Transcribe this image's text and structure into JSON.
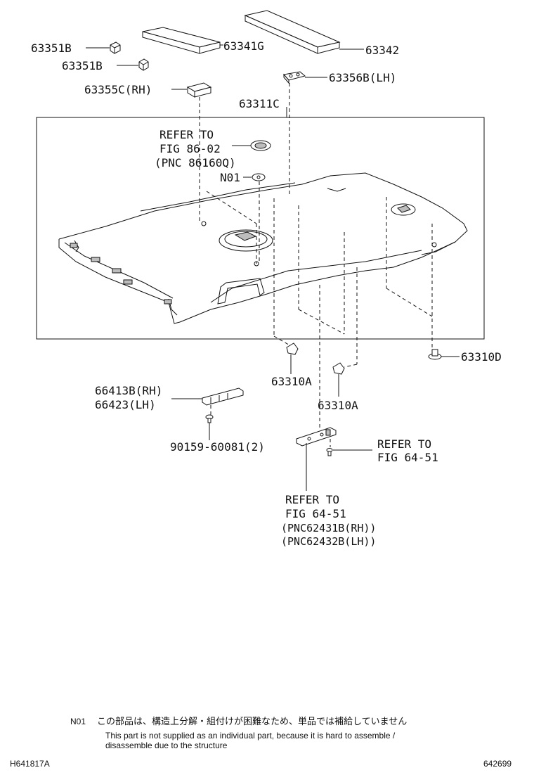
{
  "parts": {
    "p63351b_top": "63351B",
    "p63351b_bottom": "63351B",
    "p63341g": "63341G",
    "p63342": "63342",
    "p63355c": "63355C(RH)",
    "p63356b": "63356B(LH)",
    "p63311c": "63311C",
    "n01": "N01",
    "p63310d": "63310D",
    "p63310a_left": "63310A",
    "p63310a_right": "63310A",
    "p66413b": "66413B(RH)",
    "p66423": "66423(LH)",
    "p90159": "90159-60081(2)"
  },
  "refs": {
    "fig86_line1": "REFER TO",
    "fig86_line2": "FIG 86-02",
    "fig86_line3": "(PNC 86160Q)",
    "fig64_right_line1": "REFER TO",
    "fig64_right_line2": "FIG 64-51",
    "fig64_bottom_line1": "REFER TO",
    "fig64_bottom_line2": "FIG 64-51",
    "fig64_bottom_line3": "(PNC62431B(RH))",
    "fig64_bottom_line4": "(PNC62432B(LH))"
  },
  "note": {
    "code": "N01",
    "japanese": "この部品は、構造上分解・組付けが困難なため、単品では補給していません",
    "english_line1": "This part is not supplied as an individual part, because it is hard to assemble /",
    "english_line2": "disassemble due to the structure"
  },
  "footer": {
    "left_code": "H641817A",
    "right_code": "642699"
  }
}
